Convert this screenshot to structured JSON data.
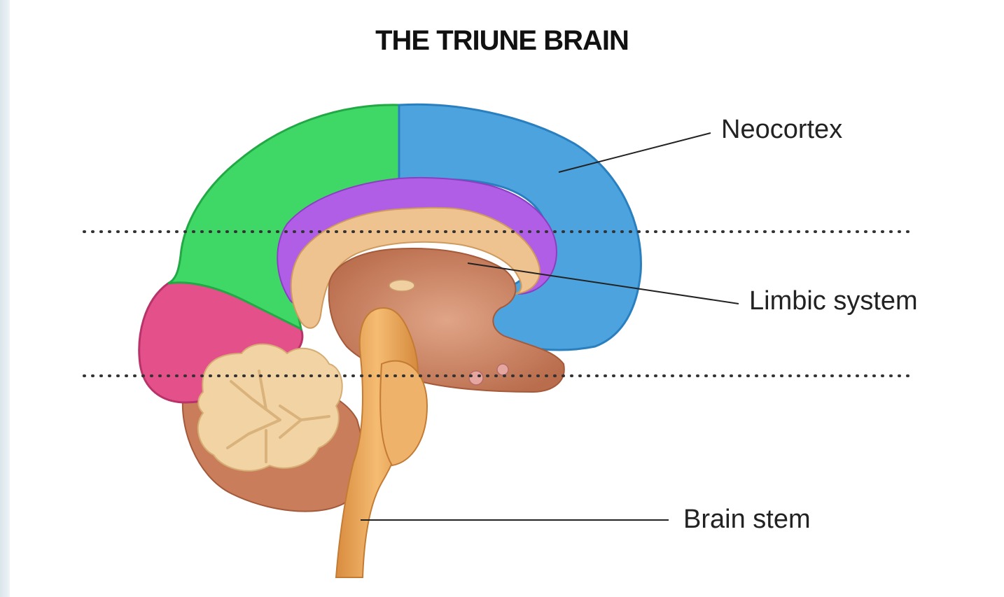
{
  "title": "THE TRIUNE BRAIN",
  "labels": {
    "neocortex": "Neocortex",
    "limbic": "Limbic system",
    "brainstem": "Brain stem"
  },
  "colors": {
    "frontal_blue": "#4da3de",
    "parietal_green": "#3fd765",
    "occipital_pink": "#e4508a",
    "cingulate_purple": "#b15ee6",
    "limbic_tan": "#efc38f",
    "inner_brown": "#cf8a66",
    "cerebellum_cream": "#f2d4a4",
    "brainstem_orange": "#e9a85c"
  }
}
